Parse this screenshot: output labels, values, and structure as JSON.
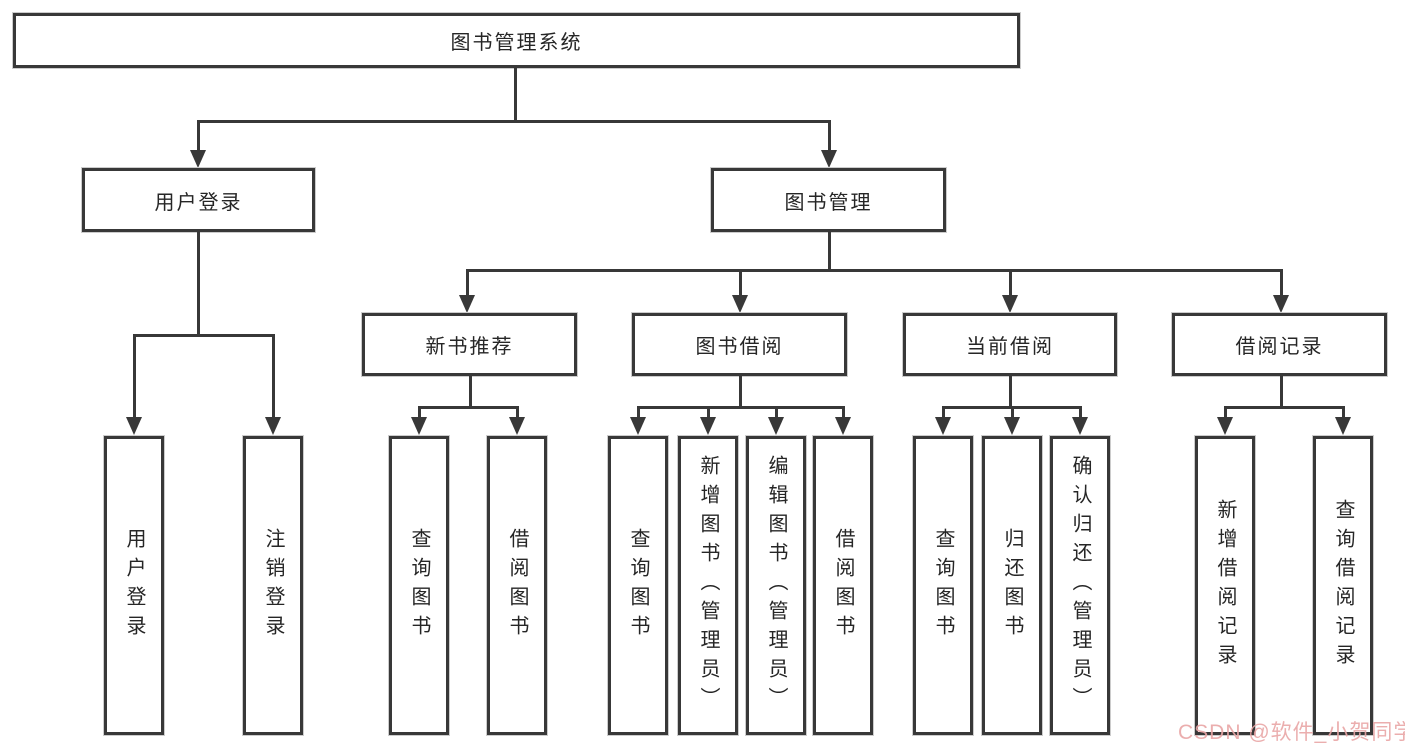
{
  "diagram": {
    "title": "图书管理系统",
    "root": {
      "label": "图书管理系统"
    },
    "branches": [
      {
        "label": "用户登录",
        "leaves": [
          {
            "label": "用户登录"
          },
          {
            "label": "注销登录"
          }
        ]
      },
      {
        "label": "图书管理",
        "sections": [
          {
            "label": "新书推荐",
            "leaves": [
              {
                "label": "查询图书"
              },
              {
                "label": "借阅图书"
              }
            ]
          },
          {
            "label": "图书借阅",
            "leaves": [
              {
                "label": "查询图书"
              },
              {
                "label": "新增图书（管理员）"
              },
              {
                "label": "编辑图书（管理员）"
              },
              {
                "label": "借阅图书"
              }
            ]
          },
          {
            "label": "当前借阅",
            "leaves": [
              {
                "label": "查询图书"
              },
              {
                "label": "归还图书"
              },
              {
                "label": "确认归还（管理员）"
              }
            ]
          },
          {
            "label": "借阅记录",
            "leaves": [
              {
                "label": "新增借阅记录"
              },
              {
                "label": "查询借阅记录"
              }
            ]
          }
        ]
      }
    ]
  },
  "watermark": {
    "text": "CSDN @软件_小贺同学",
    "color": "#e9a6a6"
  },
  "colors": {
    "line": "#383838",
    "box_border": "#383838",
    "text": "#262626",
    "background": "#ffffff"
  }
}
